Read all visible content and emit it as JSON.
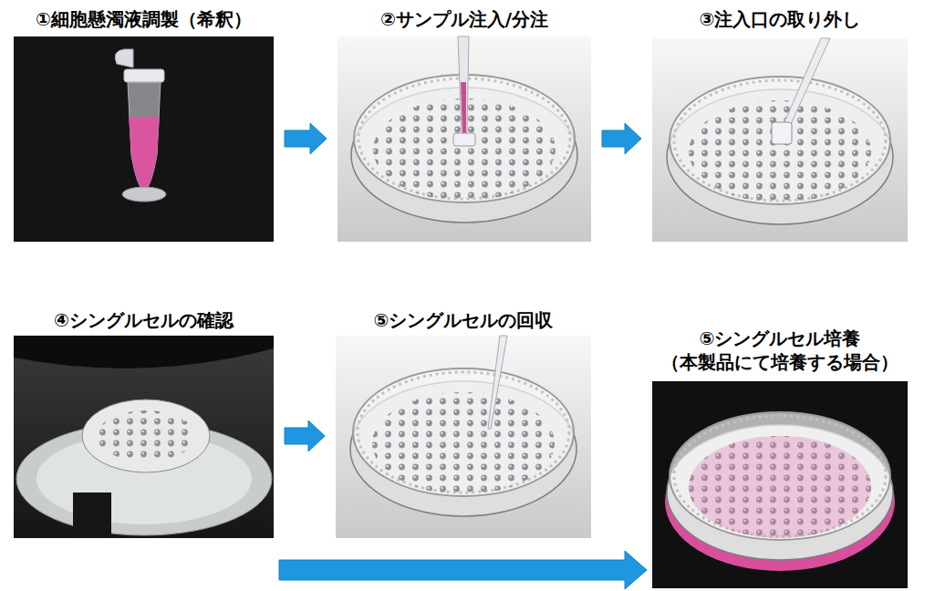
{
  "diagram": {
    "nodes": [
      {
        "text": [
          "①細胞懸濁液調製（希釈）"
        ]
      },
      {
        "text": [
          "②サンプル注入/分注"
        ]
      },
      {
        "text": [
          "③注入口の取り外し"
        ]
      },
      {
        "text": [
          "④シングルセルの確認"
        ]
      },
      {
        "text": [
          "⑤シングルセルの回収"
        ]
      },
      {
        "text": [
          "⑤シングルセル培養 （本製品にて培養する場合）"
        ]
      }
    ],
    "edges": [
      {
        "from": 0,
        "to": 1,
        "arrow": "to"
      },
      {
        "from": 1,
        "to": 2,
        "arrow": "to"
      },
      {
        "from": 3,
        "to": 4,
        "arrow": "to"
      },
      {
        "from": 3,
        "to": 5,
        "arrow": "to"
      }
    ]
  }
}
